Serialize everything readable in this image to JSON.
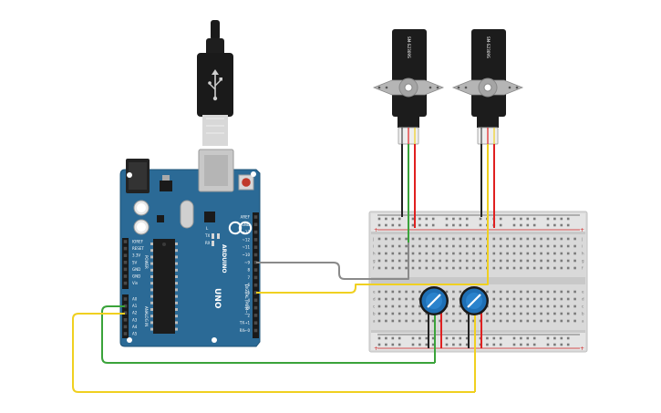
{
  "board": {
    "brand": "ARDUINO",
    "model": "UNO",
    "digital_header": "DIGITAL (PWM~)",
    "analog_header": "ANALOG IN",
    "power_header": "POWER",
    "led_tx": "TX",
    "led_rx": "RX",
    "led_l": "L",
    "digital_pins": [
      "AREF",
      "GND",
      "~13",
      "~12",
      "~11",
      "~10",
      "~9",
      "8",
      "7",
      "~6",
      "~5",
      "4",
      "~3",
      "2",
      "TX→1",
      "RX←0"
    ],
    "power_pins": [
      "IOREF",
      "RESET",
      "3.3V",
      "5V",
      "GND",
      "GND",
      "Vin"
    ],
    "analog_pins": [
      "A0",
      "A1",
      "A2",
      "A3",
      "A4",
      "A5"
    ]
  },
  "servos": [
    {
      "label": "SM-S2309S"
    },
    {
      "label": "SM-S2309S"
    }
  ],
  "breadboard": {
    "row_letters_top": [
      "j",
      "i",
      "h",
      "g",
      "f"
    ],
    "row_letters_bottom": [
      "e",
      "d",
      "c",
      "b",
      "a"
    ],
    "plus": "+",
    "minus": "−"
  },
  "colors": {
    "board": "#2b6a96",
    "wire_gray": "#8a8a8a",
    "wire_yellow": "#f0d020",
    "wire_green": "#3aa33a",
    "wire_red": "#e02020",
    "wire_black": "#222222",
    "breadboard": "#d9d9d9",
    "pot": "#1f6fb5"
  }
}
